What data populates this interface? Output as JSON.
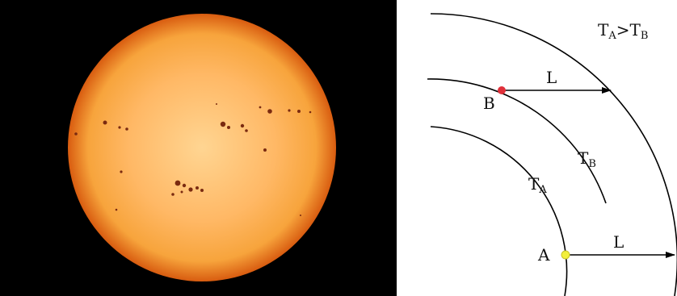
{
  "photo": {
    "description_icon": "sun-with-sunspots",
    "colors": {
      "background": "#000000",
      "sun_center": "#ffd592",
      "sun_mid": "#f7a43c",
      "sun_edge": "#d85c10",
      "spot": "#7a2a10"
    }
  },
  "diagram": {
    "condition": {
      "t_a": "T",
      "sub_a": "A",
      "op": ">",
      "t_b": "T",
      "sub_b": "B"
    },
    "point_b_label": "B",
    "point_a_label": "A",
    "arrow_b_label": "L",
    "arrow_a_label": "L",
    "arc_b_label": {
      "t": "T",
      "sub": "B"
    },
    "arc_a_label": {
      "t": "T",
      "sub": "A"
    },
    "colors": {
      "point_b": "#e0303a",
      "point_a": "#f2ef3c",
      "line": "#000000"
    }
  }
}
